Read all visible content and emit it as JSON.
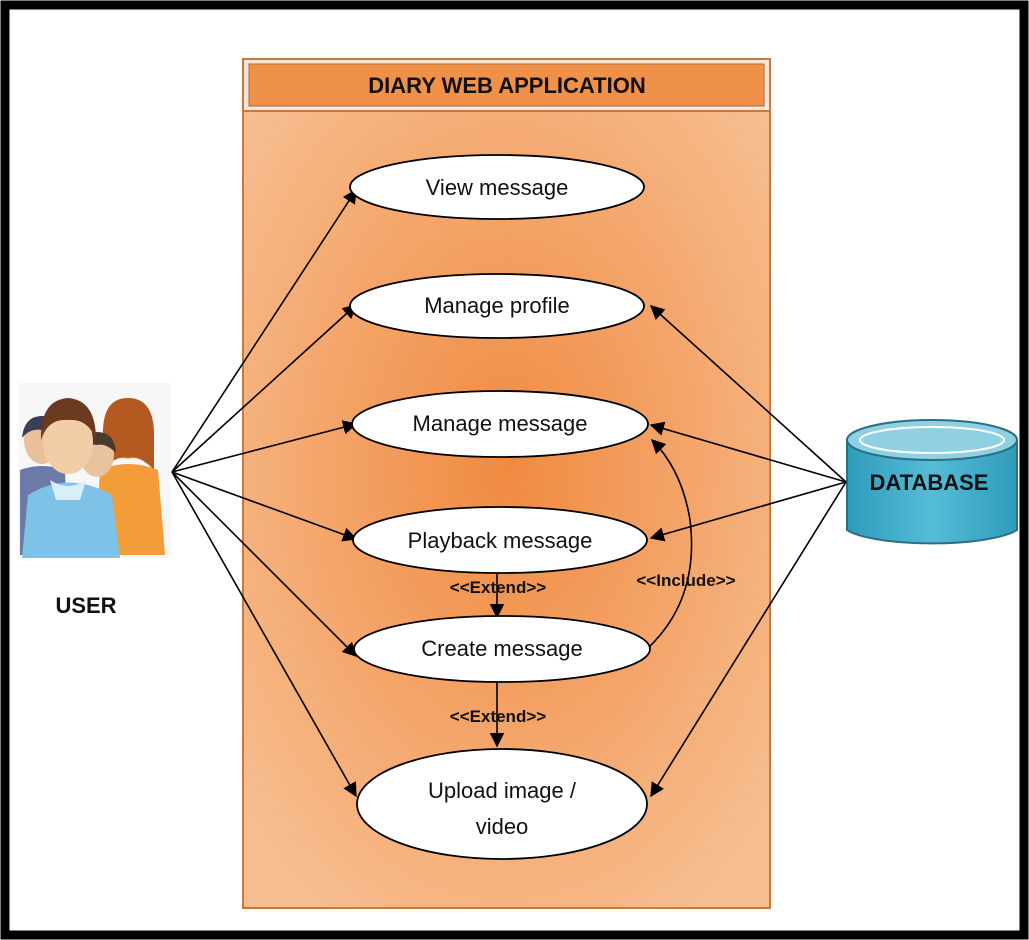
{
  "system": {
    "title": "DIARY WEB APPLICATION"
  },
  "actors": {
    "user": {
      "label": "USER",
      "icon": "user-group-icon"
    },
    "database": {
      "label": "DATABASE",
      "icon": "database-cylinder-icon"
    }
  },
  "use_cases": [
    {
      "id": "view",
      "label": "View message"
    },
    {
      "id": "profile",
      "label": "Manage profile"
    },
    {
      "id": "manage",
      "label": "Manage message"
    },
    {
      "id": "playback",
      "label": "Playback message"
    },
    {
      "id": "create",
      "label": "Create message"
    },
    {
      "id": "upload",
      "label": "Upload image /",
      "label2": "video"
    }
  ],
  "relations": {
    "extend_1": "<<Extend>>",
    "extend_2": "<<Extend>>",
    "include": "<<Include>>"
  },
  "colors": {
    "system_fill": "#f4a266",
    "title_fill": "#f0914a",
    "database_fill": "#4bb0cc",
    "outline": "#000000"
  }
}
